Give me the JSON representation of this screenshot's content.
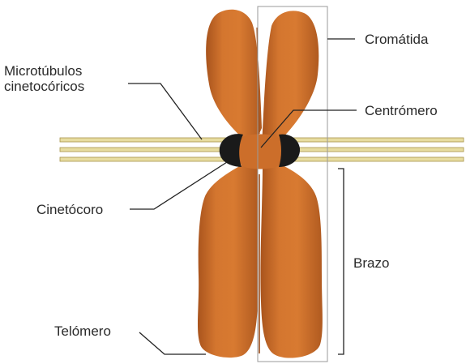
{
  "labels": {
    "chromatid": "Cromátida",
    "microtubules_line1": "Microtúbulos",
    "microtubules_line2": "cinetocóricos",
    "centromere": "Centrómero",
    "kinetochore": "Cinetócoro",
    "arm": "Brazo",
    "telomere": "Telómero"
  },
  "colors": {
    "chromosome_fill": "#d0712c",
    "chromosome_shadow": "#a2501b",
    "kinetochore_fill": "#1a1a1a",
    "microtubule_fill": "#e7dca0",
    "microtubule_edge": "#a8944a",
    "text": "#2a2a2a",
    "box_stroke": "#9a9a9a"
  }
}
